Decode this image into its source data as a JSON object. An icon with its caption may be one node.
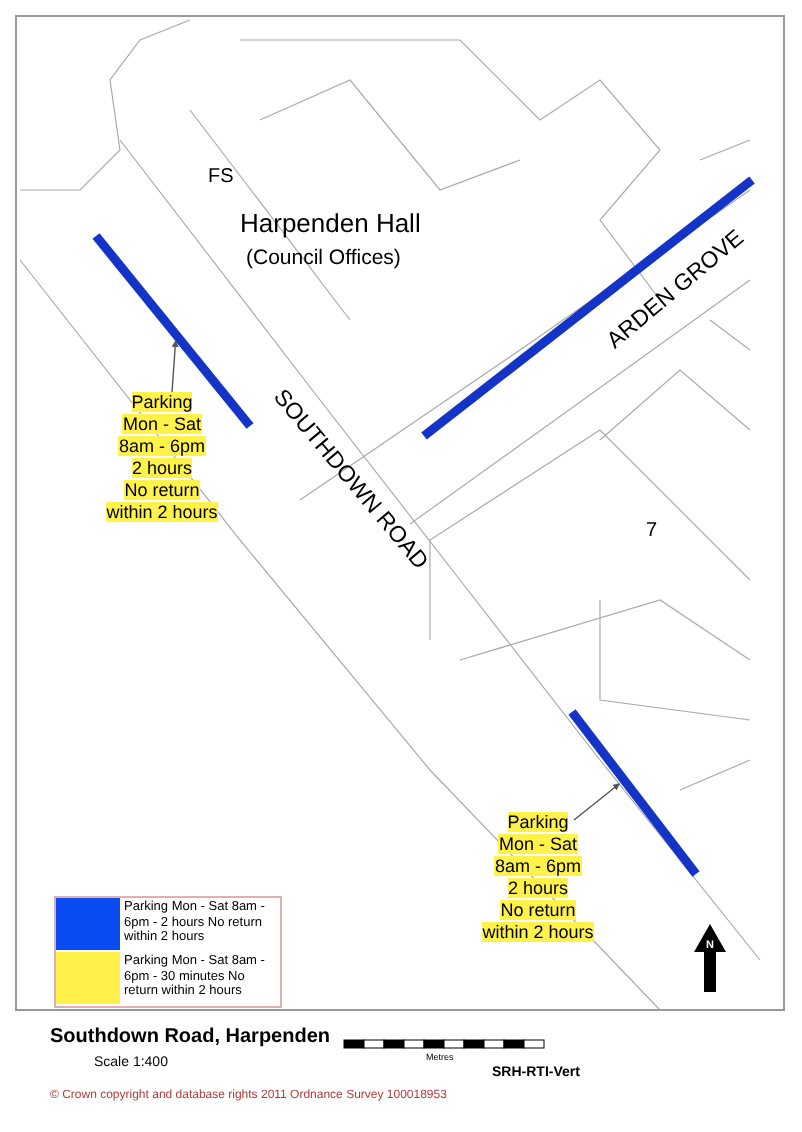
{
  "diagram": {
    "title": "Southdown Road, Harpenden",
    "nodes": [
      {
        "text": [],
        "shape": "bar"
      },
      {
        "text": [],
        "shape": "bar"
      },
      {
        "text": [
          "Parking",
          "Mon - Sat",
          "8am - 6pm",
          "2 hours",
          "No return within 2 hours"
        ]
      },
      {
        "text": [],
        "shape": "bar"
      },
      {
        "text": [
          "Parking",
          "Mon - Sat",
          "8am - 6pm",
          "2 hours",
          "No return within 2 hours"
        ]
      }
    ],
    "edges": [
      {
        "from": 2,
        "to": 0,
        "arrow": "to"
      },
      {
        "from": 4,
        "to": 3,
        "arrow": "to"
      }
    ],
    "labels": [
      "FS",
      "Harpenden Hall",
      "(Council Offices)",
      "ARDEN GROVE",
      "SOUTHDOWN ROAD",
      "7",
      "N",
      "Scale 1:400",
      "Metres",
      "SRH-RTI-Vert",
      "© Crown copyright and database rights 2011 Ordnance Survey 100018953"
    ],
    "legend": [
      {
        "text": "Parking Mon - Sat 8am - 6pm - 2 hours No return within 2 hours",
        "color": "#0a4cf0"
      },
      {
        "text": "Parking Mon - Sat 8am - 6pm - 30 minutes No return within 2 hours",
        "color": "#fff04a"
      }
    ]
  }
}
